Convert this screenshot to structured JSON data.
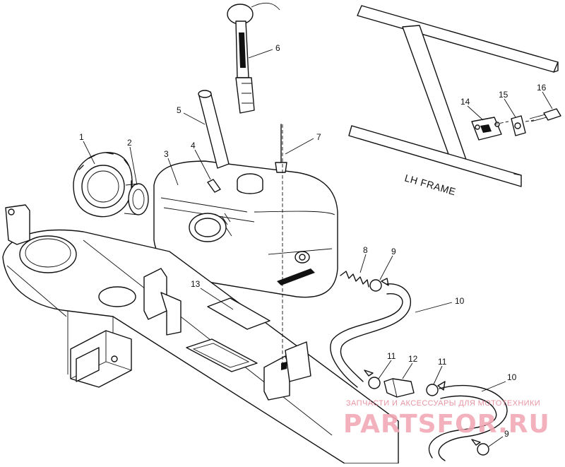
{
  "diagram": {
    "frame_label": "LH FRAME",
    "callouts": [
      "1",
      "2",
      "3",
      "4",
      "5",
      "6",
      "7",
      "8",
      "9",
      "10",
      "11",
      "12",
      "11",
      "10",
      "9",
      "13",
      "14",
      "15",
      "16"
    ],
    "watermark": {
      "caption": "ЗАПЧАСТИ И АКСЕССУАРЫ ДЛЯ МОТОТЕХНИКИ",
      "brand": "PARTSFOR.RU",
      "color": "#f2a8b6"
    }
  }
}
